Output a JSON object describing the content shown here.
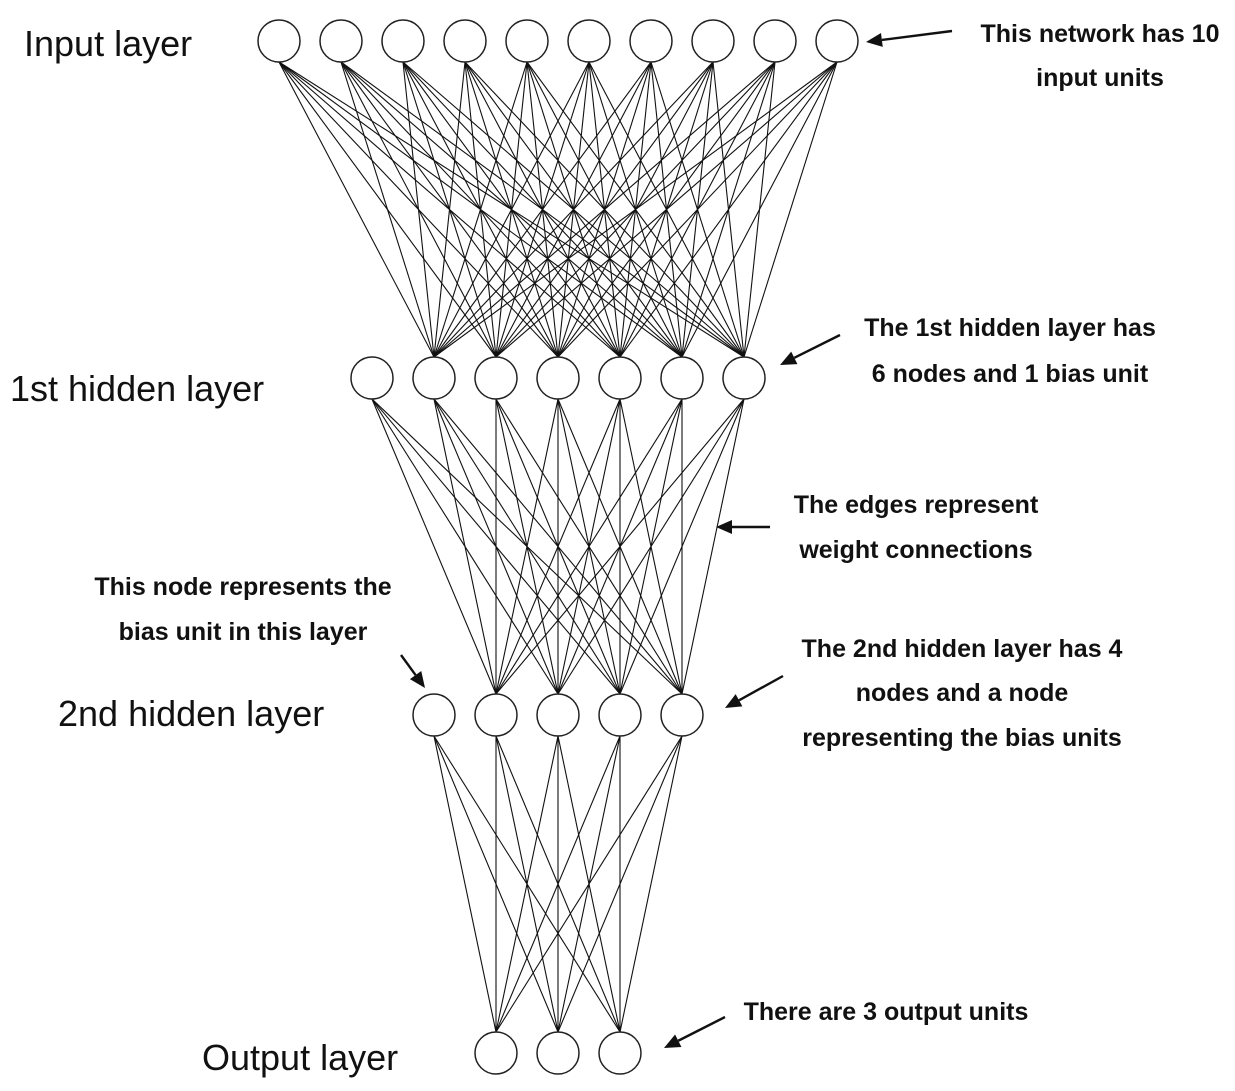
{
  "diagram": {
    "layers": [
      {
        "id": "input",
        "label": "Input layer",
        "node_count": 10
      },
      {
        "id": "hidden1",
        "label": "1st hidden layer",
        "node_count": 7
      },
      {
        "id": "hidden2",
        "label": "2nd hidden layer",
        "node_count": 5
      },
      {
        "id": "output",
        "label": "Output layer",
        "node_count": 3
      }
    ],
    "callouts": [
      {
        "id": "input-units",
        "lines": [
          "This network has 10",
          "input units"
        ]
      },
      {
        "id": "hidden1-info",
        "lines": [
          "The 1st hidden layer has",
          "6 nodes and 1 bias unit"
        ]
      },
      {
        "id": "edges-info",
        "lines": [
          "The edges represent",
          "weight connections"
        ]
      },
      {
        "id": "bias-info",
        "lines": [
          "This node represents the",
          "bias unit in this layer"
        ]
      },
      {
        "id": "hidden2-info",
        "lines": [
          "The 2nd hidden layer has 4",
          "nodes and a node",
          "representing the bias units"
        ]
      },
      {
        "id": "output-info",
        "lines": [
          "There are 3 output units"
        ]
      }
    ]
  }
}
